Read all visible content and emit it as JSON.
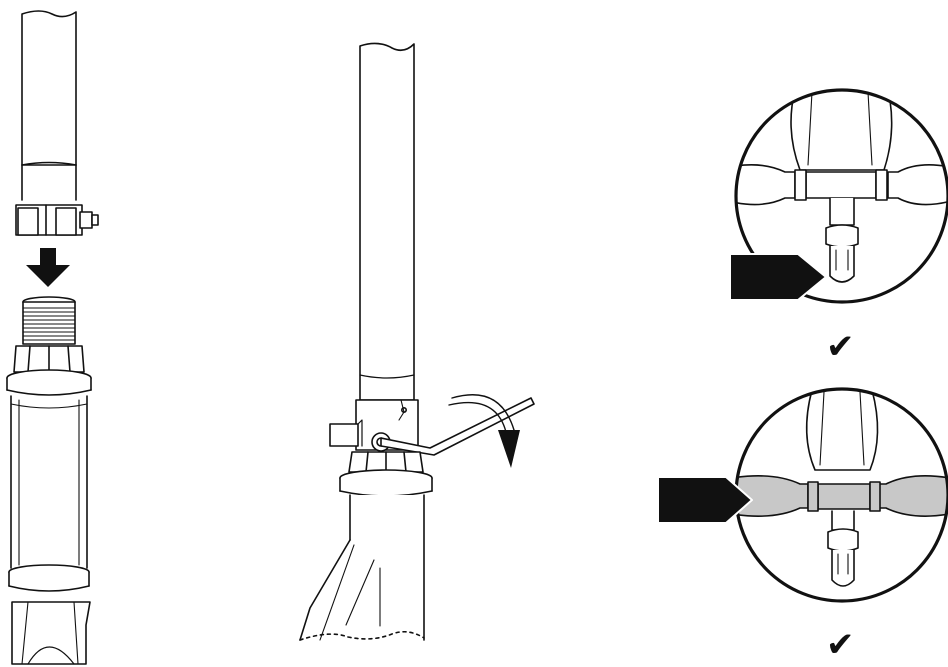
{
  "figure": {
    "steps": [
      {
        "id": "step-1",
        "icons": [
          "down-arrow-icon"
        ]
      },
      {
        "id": "step-2",
        "icons": [
          "rotate-arrow-icon",
          "hex-key-icon"
        ]
      },
      {
        "id": "step-3",
        "icons": [
          "pointer-arrow-icon",
          "check-icon"
        ]
      },
      {
        "id": "step-4",
        "icons": [
          "pointer-arrow-icon",
          "check-icon"
        ]
      }
    ],
    "check_mark": "✔",
    "colors": {
      "line": "#111111",
      "highlight": "#c8c8c8",
      "background": "#ffffff"
    }
  }
}
